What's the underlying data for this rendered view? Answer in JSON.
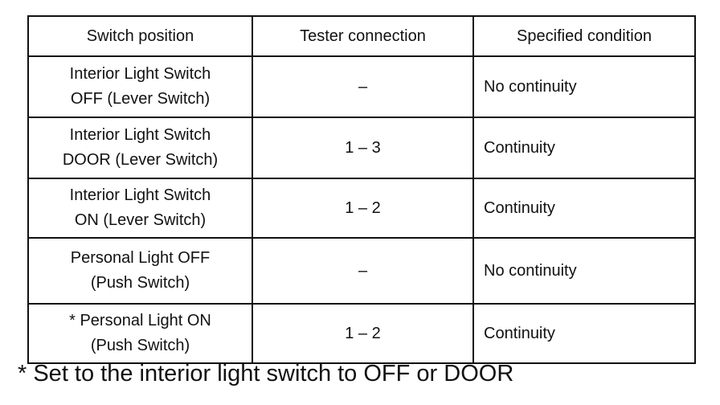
{
  "table": {
    "headers": [
      "Switch position",
      "Tester connection",
      "Specified condition"
    ],
    "rows": [
      {
        "position_line1": "Interior Light Switch",
        "position_line2": "OFF (Lever Switch)",
        "connection": "–",
        "condition": "No continuity"
      },
      {
        "position_line1": "Interior Light Switch",
        "position_line2": "DOOR (Lever Switch)",
        "connection": "1 – 3",
        "condition": "Continuity"
      },
      {
        "position_line1": "Interior Light Switch",
        "position_line2": "ON (Lever Switch)",
        "connection": "1 – 2",
        "condition": "Continuity"
      },
      {
        "position_line1": "Personal Light OFF",
        "position_line2": "(Push Switch)",
        "connection": "–",
        "condition": "No continuity"
      },
      {
        "position_line1": "* Personal Light ON",
        "position_line2": "(Push Switch)",
        "connection": "1 – 2",
        "condition": "Continuity"
      }
    ]
  },
  "footnote": "* Set to the interior light switch to OFF or DOOR"
}
